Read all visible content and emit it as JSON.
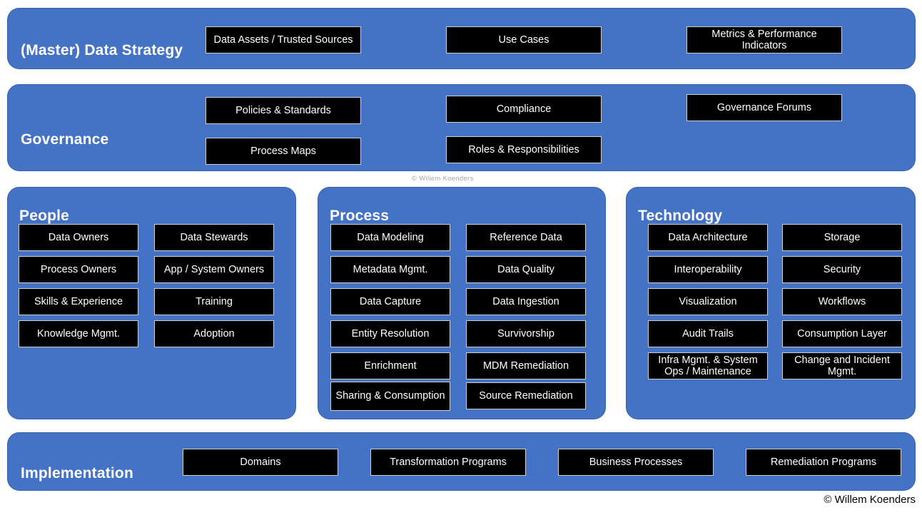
{
  "colors": {
    "panel_fill": "#4472C4",
    "panel_border": "#3560AB",
    "box_fill": "#000000",
    "box_border": "#CFCFCF",
    "title_text": "#FFFFFF",
    "box_text": "#FFFFFF",
    "watermark_gray": "#A6A6A6",
    "copyright_black": "#000000"
  },
  "strategy": {
    "title": "(Master) Data Strategy",
    "items": [
      "Data Assets / Trusted Sources",
      "Use Cases",
      "Metrics & Performance Indicators"
    ]
  },
  "governance": {
    "title": "Governance",
    "items": [
      "Policies & Standards",
      "Process Maps",
      "Compliance",
      "Roles & Responsibilities",
      "Governance Forums"
    ]
  },
  "people": {
    "title": "People",
    "col1": [
      "Data Owners",
      "Process Owners",
      "Skills & Experience",
      "Knowledge Mgmt."
    ],
    "col2": [
      "Data Stewards",
      "App / System Owners",
      "Training",
      "Adoption"
    ]
  },
  "process": {
    "title": "Process",
    "col1": [
      "Data Modeling",
      "Metadata Mgmt.",
      "Data Capture",
      "Entity Resolution",
      "Enrichment",
      "Sharing & Consumption"
    ],
    "col2": [
      "Reference Data",
      "Data Quality",
      "Data Ingestion",
      "Survivorship",
      "MDM Remediation",
      "Source Remediation"
    ]
  },
  "technology": {
    "title": "Technology",
    "col1": [
      "Data Architecture",
      "Interoperability",
      "Visualization",
      "Audit Trails",
      "Infra Mgmt. & System Ops / Maintenance"
    ],
    "col2": [
      "Storage",
      "Security",
      "Workflows",
      "Consumption Layer",
      "Change and Incident Mgmt."
    ]
  },
  "implementation": {
    "title": "Implementation",
    "items": [
      "Domains",
      "Transformation Programs",
      "Business Processes",
      "Remediation Programs"
    ]
  },
  "watermarks": {
    "center": "© Willem Koenders",
    "bottom_right": "© Willem Koenders"
  }
}
